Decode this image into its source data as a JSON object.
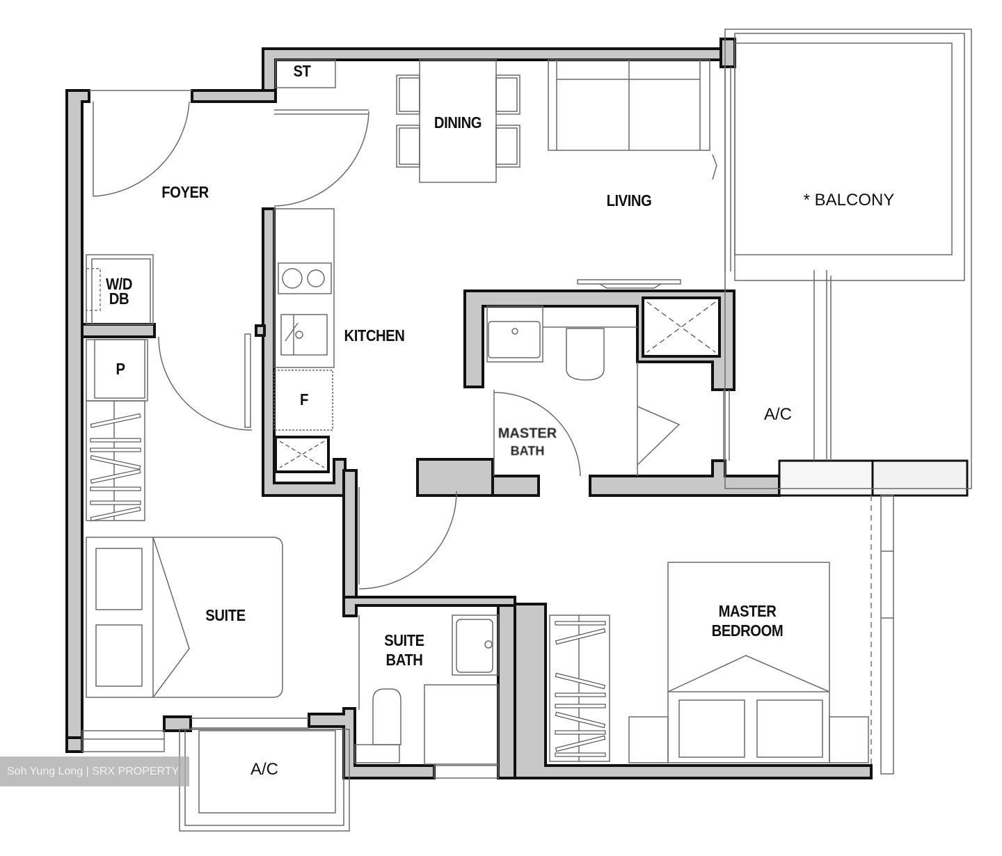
{
  "plan": {
    "type": "floor-plan",
    "rooms": {
      "st": "ST",
      "dining": "DINING",
      "living": "LIVING",
      "balcony": "* BALCONY",
      "foyer": "FOYER",
      "wd_db_line1": "W/D",
      "wd_db_line2": "DB",
      "kitchen": "KITCHEN",
      "pantry": "P",
      "fridge": "F",
      "ac_right": "A/C",
      "master_bath_line1": "MASTER",
      "master_bath_line2": "BATH",
      "suite": "SUITE",
      "suite_bath_line1": "SUITE",
      "suite_bath_line2": "BATH",
      "master_bedroom_line1": "MASTER",
      "master_bedroom_line2": "BEDROOM",
      "ac_bottom": "A/C"
    },
    "colors": {
      "wall_fill": "#c8c8c8",
      "wall_stroke": "#111111",
      "furniture_line": "#6a6a6a",
      "background": "#ffffff"
    }
  },
  "watermark": {
    "text": "Soh Yung Long | SRX PROPERTY"
  }
}
